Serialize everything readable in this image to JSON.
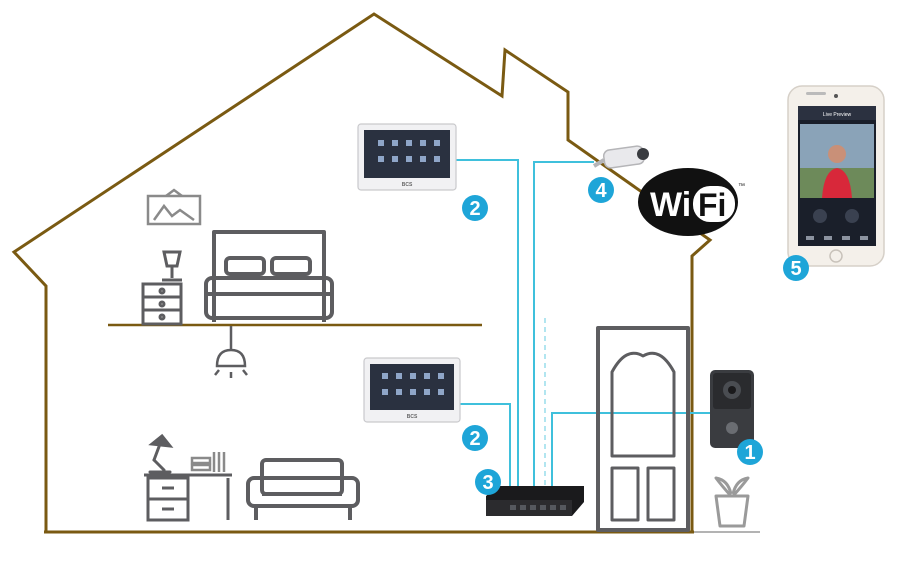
{
  "components": [
    {
      "number": "1",
      "name": "outdoor-station"
    },
    {
      "number": "2",
      "name": "indoor-monitor-upper"
    },
    {
      "number": "2",
      "name": "indoor-monitor-lower"
    },
    {
      "number": "3",
      "name": "poe-switch"
    },
    {
      "number": "4",
      "name": "ip-camera"
    },
    {
      "number": "5",
      "name": "smartphone"
    }
  ],
  "wifi": {
    "text_left": "Wi",
    "text_right": "Fi",
    "trademark": "™"
  },
  "monitor_brand": "BCS",
  "phone_screen_title": "Live Preview",
  "colors": {
    "house_outline": "#7a5a12",
    "cable": "#3fc0dc",
    "badge": "#1ea5d8",
    "furniture": "#5d5d60",
    "wifi_bg": "#111111"
  },
  "icons": [
    "picture-frame-icon",
    "lamp-icon",
    "nightstand-icon",
    "bed-icon",
    "ceiling-lamp-icon",
    "desk-lamp-icon",
    "books-icon",
    "desk-icon",
    "sofa-icon",
    "plant-pot-icon",
    "door-icon"
  ]
}
